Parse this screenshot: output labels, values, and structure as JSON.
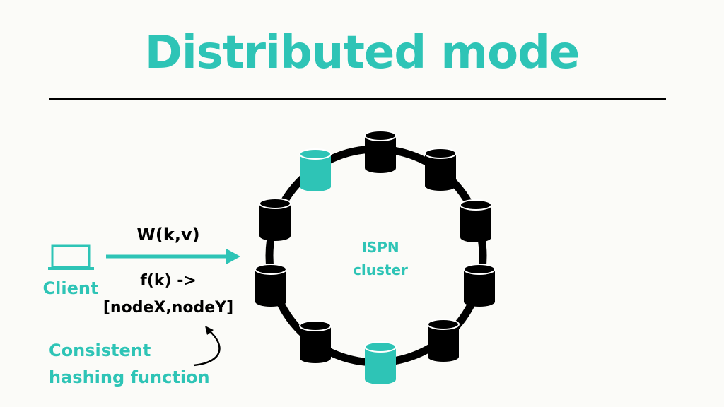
{
  "title": "Distributed mode",
  "colors": {
    "accent": "#2ec4b6",
    "ink": "#000000",
    "background": "#fbfbf8"
  },
  "client": {
    "label": "Client",
    "icon": "laptop-icon"
  },
  "write_op": "W(k,v)",
  "hash_op_line1": "f(k) ->",
  "hash_op_line2": "[nodeX,nodeY]",
  "note_line1": "Consistent",
  "note_line2": "hashing function",
  "cluster": {
    "label_line1": "ISPN",
    "label_line2": "cluster",
    "nodes": [
      {
        "id": "node-1",
        "highlighted": true
      },
      {
        "id": "node-2",
        "highlighted": false
      },
      {
        "id": "node-3",
        "highlighted": false
      },
      {
        "id": "node-4",
        "highlighted": false
      },
      {
        "id": "node-5",
        "highlighted": false
      },
      {
        "id": "node-6",
        "highlighted": false
      },
      {
        "id": "node-7",
        "highlighted": true
      },
      {
        "id": "node-8",
        "highlighted": false
      },
      {
        "id": "node-9",
        "highlighted": false
      },
      {
        "id": "node-10",
        "highlighted": false
      }
    ]
  }
}
